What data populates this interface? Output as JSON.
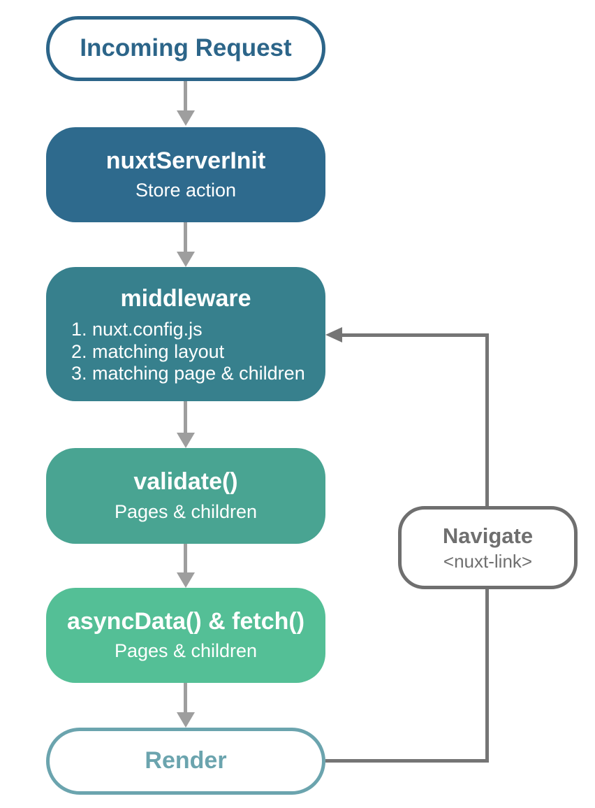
{
  "diagram": {
    "nodes": [
      {
        "id": "incoming-request",
        "title": "Incoming Request",
        "kind": "outlined",
        "border_color": "#2c6589",
        "text_color": "#2c6589",
        "fill": "#ffffff"
      },
      {
        "id": "nuxt-server-init",
        "title": "nuxtServerInit",
        "subtitle": "Store action",
        "fill": "#2e6a8d",
        "text_color": "#ffffff"
      },
      {
        "id": "middleware",
        "title": "middleware",
        "items": [
          "1. nuxt.config.js",
          "2. matching layout",
          "3. matching page & children"
        ],
        "fill": "#37808d",
        "text_color": "#ffffff"
      },
      {
        "id": "validate",
        "title": "validate()",
        "subtitle": "Pages & children",
        "fill": "#49a492",
        "text_color": "#ffffff"
      },
      {
        "id": "async-data-fetch",
        "title": "asyncData() & fetch()",
        "subtitle": "Pages & children",
        "fill": "#54bf96",
        "text_color": "#ffffff"
      },
      {
        "id": "render",
        "title": "Render",
        "kind": "outlined",
        "border_color": "#6ba4ae",
        "text_color": "#6ba4ae",
        "fill": "#ffffff"
      }
    ],
    "side_node": {
      "id": "navigate",
      "title": "Navigate",
      "subtitle": "<nuxt-link>",
      "border_color": "#6f6f6f",
      "text_color": "#6f6f6f",
      "fill": "#ffffff"
    },
    "colors": {
      "down_arrow": "#9e9e9e",
      "loop_line": "#757575",
      "background": "#ffffff"
    }
  }
}
